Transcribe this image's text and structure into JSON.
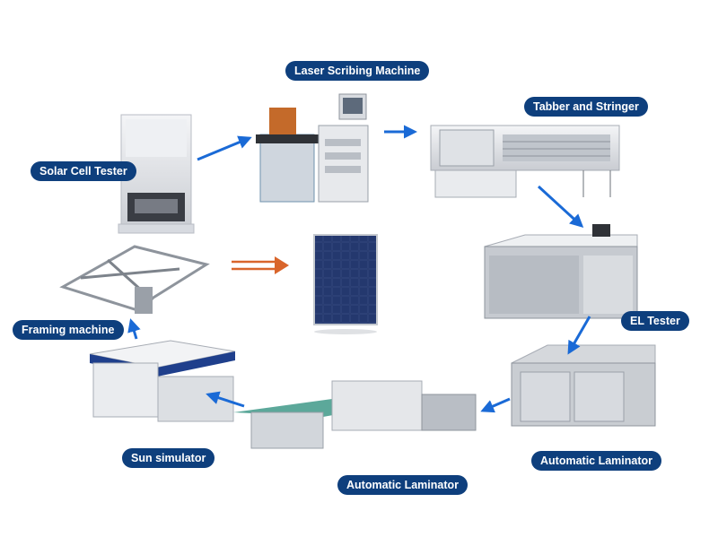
{
  "title": "",
  "steps": [
    {
      "label": "Solar Cell Tester"
    },
    {
      "label": "Laser Scribing Machine"
    },
    {
      "label": "Tabber and Stringer"
    },
    {
      "label": "EL Tester"
    },
    {
      "label": "Automatic Laminator"
    },
    {
      "label": "Automatic Laminator"
    },
    {
      "label": "Sun simulator"
    },
    {
      "label": "Framing machine"
    }
  ],
  "colors": {
    "label_bg": "#0e3f7d",
    "arrow_blue": "#1a6ad6",
    "center_arrow": "#d9652b",
    "panel_blue": "#1d2e5c",
    "machine_frame": "#4a8db8"
  },
  "center_item": "solar-panel"
}
